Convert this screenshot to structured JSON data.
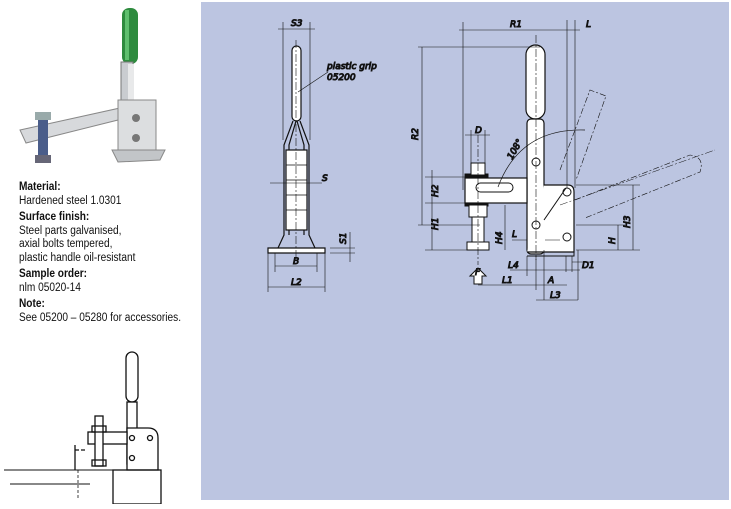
{
  "specs": {
    "material_heading": "Material:",
    "material": "Hardened steel 1.0301",
    "finish_heading": "Surface finish:",
    "finish_lines": [
      "Steel parts galvanised,",
      "axial bolts tempered,",
      "plastic handle oil-resistant"
    ],
    "sample_heading": "Sample order:",
    "sample": "nlm 05020-14",
    "note_heading": "Note:",
    "note": "See 05200 – 05280 for accessories."
  },
  "drawing": {
    "callout_line1": "plastic grip",
    "callout_line2": "05200",
    "labels": {
      "s3": "S3",
      "s": "S",
      "s1": "S1",
      "b": "B",
      "l2": "L2",
      "r1": "R1",
      "l_top": "L",
      "r2": "R2",
      "d": "D",
      "angle": "108°",
      "h2": "H2",
      "h1": "H1",
      "h4": "H4",
      "l_mid": "L",
      "f": "F",
      "l4": "L4",
      "d1": "D1",
      "l1": "L1",
      "a": "A",
      "l3": "L3",
      "h": "H",
      "h3": "H3"
    }
  },
  "colors": {
    "panel": "#bcc5e1",
    "handle_green": "#2e8b3e"
  }
}
